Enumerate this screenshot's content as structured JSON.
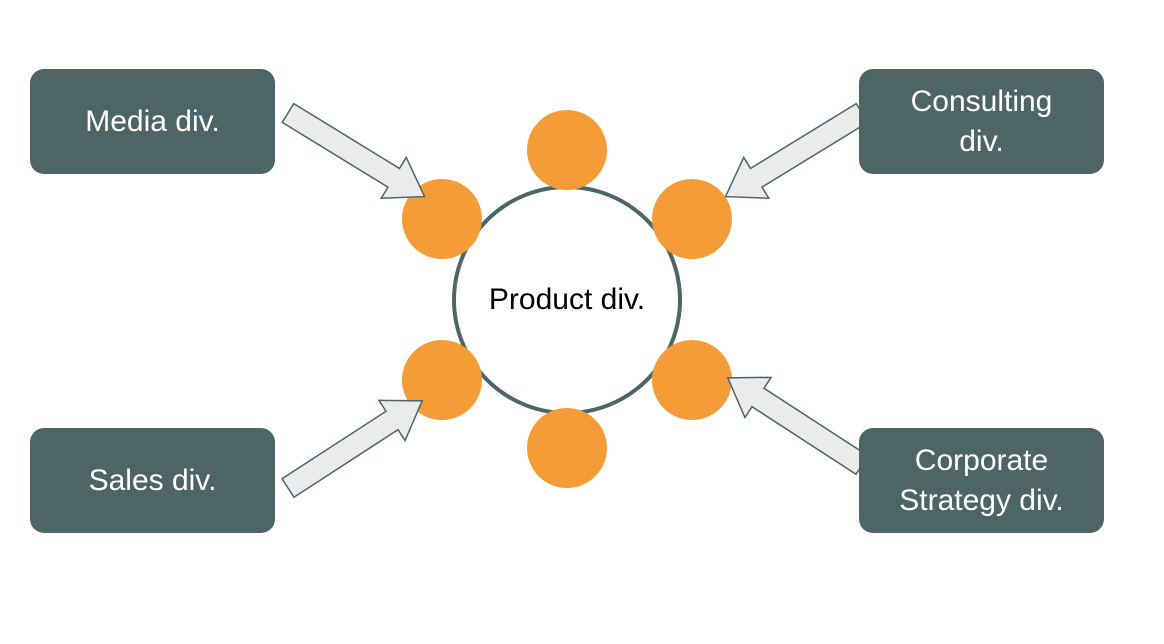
{
  "diagram": {
    "center": {
      "label": "Product div."
    },
    "divisions": [
      {
        "id": "media",
        "label": "Media div."
      },
      {
        "id": "consulting",
        "label": "Consulting\ndiv."
      },
      {
        "id": "sales",
        "label": "Sales div."
      },
      {
        "id": "strategy",
        "label": "Corporate\nStrategy div."
      }
    ],
    "colors": {
      "box_fill": "#4e6565",
      "box_text": "#ffffff",
      "ring_stroke": "#4e6565",
      "node_fill": "#f39c38",
      "arrow_fill": "#ebebeb",
      "arrow_stroke": "#4e6565"
    }
  }
}
